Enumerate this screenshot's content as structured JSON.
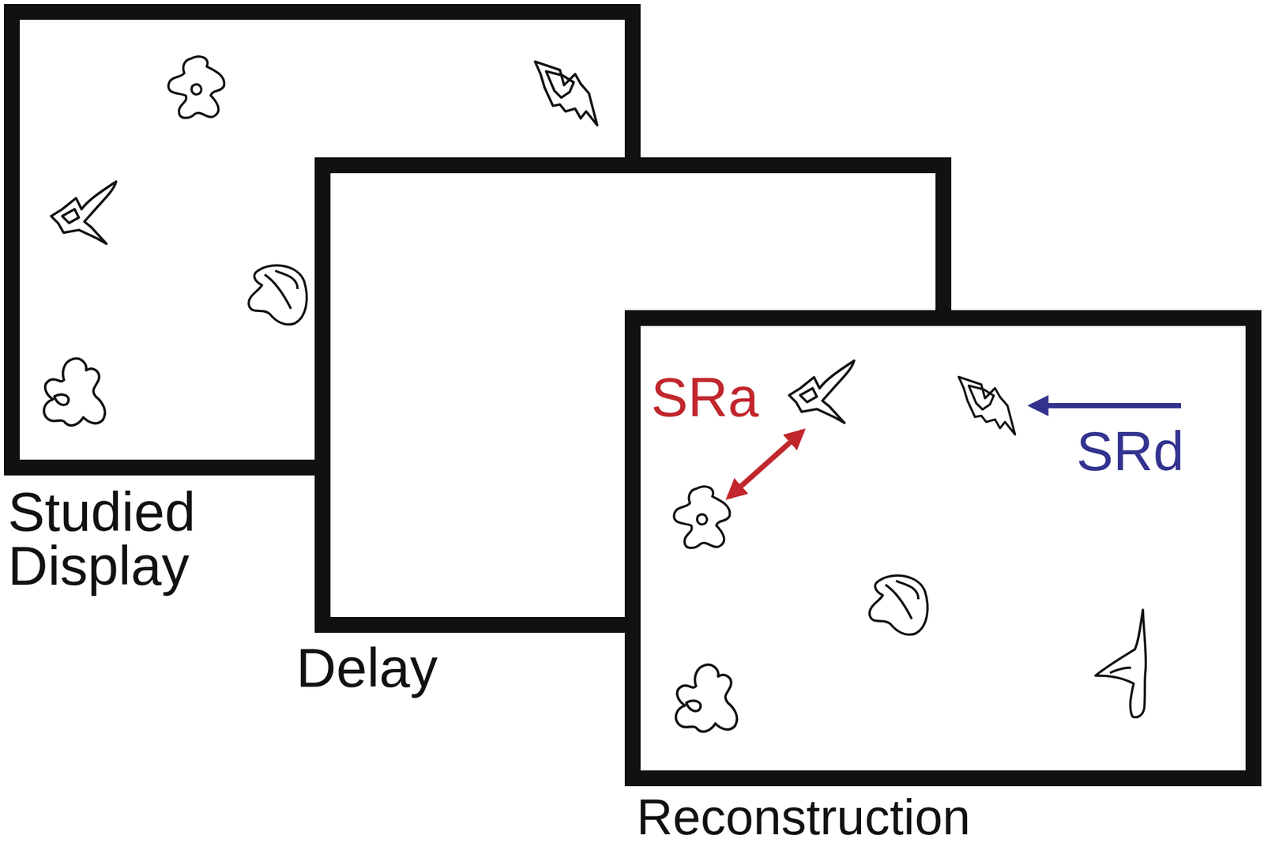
{
  "diagram": {
    "nodes": [
      {
        "text": [
          "Studied Display"
        ]
      },
      {
        "text": [
          "Delay"
        ]
      },
      {
        "text": [
          "Reconstruction"
        ]
      }
    ],
    "labels": [
      "SRa",
      "SRd"
    ]
  }
}
